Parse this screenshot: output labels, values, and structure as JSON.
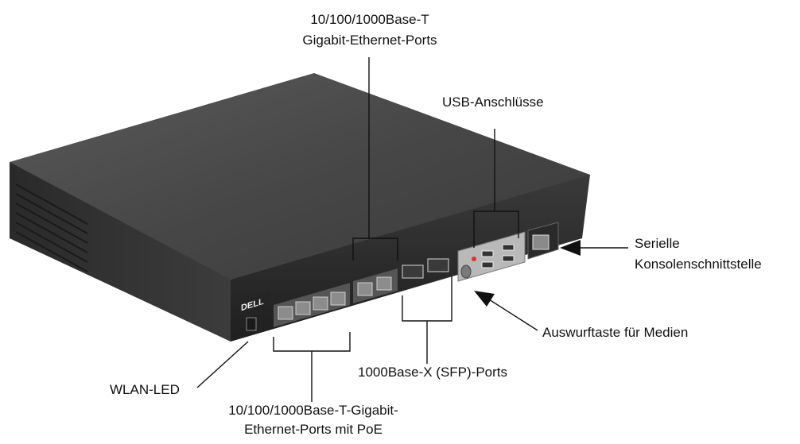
{
  "labels": {
    "gig_ports_top_line1": "10/100/1000Base-T",
    "gig_ports_top_line2": "Gigabit-Ethernet-Ports",
    "usb": "USB-Anschlüsse",
    "serial_line1": "Serielle",
    "serial_line2": "Konsolenschnittstelle",
    "eject": "Auswurftaste für Medien",
    "sfp": "1000Base-X (SFP)-Ports",
    "wlan_led": "WLAN-LED",
    "poe_line1": "10/100/1000Base-T-Gigabit-",
    "poe_line2": "Ethernet-Ports mit PoE"
  },
  "device": {
    "brand": "DELL"
  },
  "colors": {
    "chassis_top": "#454545",
    "chassis_front": "#2e2e2e",
    "panel": "#bdbdbd",
    "port": "#8a8a8a",
    "led_red": "#e03030"
  }
}
